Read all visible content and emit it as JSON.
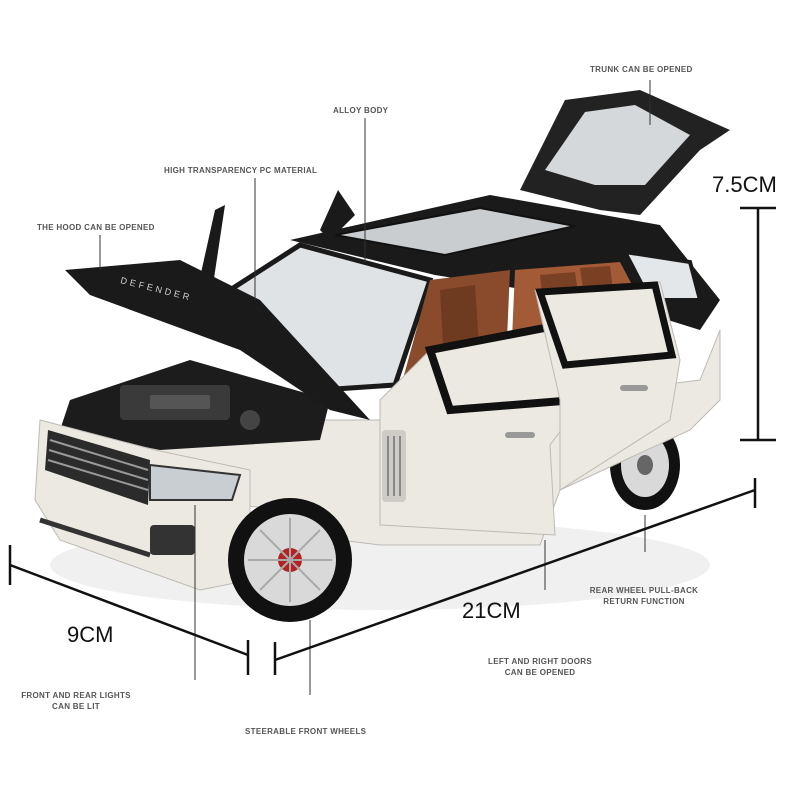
{
  "callouts": {
    "trunk": "TRUNK CAN BE OPENED",
    "alloy_body": "ALLOY BODY",
    "pc_material": "HIGH TRANSPARENCY PC MATERIAL",
    "hood": "THE HOOD CAN BE OPENED",
    "rear_wheel_line1": "REAR WHEEL PULL-BACK",
    "rear_wheel_line2": "RETURN FUNCTION",
    "doors_line1": "LEFT AND RIGHT DOORS",
    "doors_line2": "CAN BE OPENED",
    "lights_line1": "FRONT AND REAR LIGHTS",
    "lights_line2": "CAN BE LIT",
    "steerable": "STEERABLE FRONT WHEELS"
  },
  "dimensions": {
    "height": "7.5CM",
    "length": "21CM",
    "width": "9CM"
  },
  "hood_lettering": "DEFENDER",
  "colors": {
    "body": "#ece8e2",
    "roof": "#1a1a1a",
    "interior": "#8a4a2c",
    "glass": "#dfe3e6",
    "annotation_line": "#333333"
  }
}
